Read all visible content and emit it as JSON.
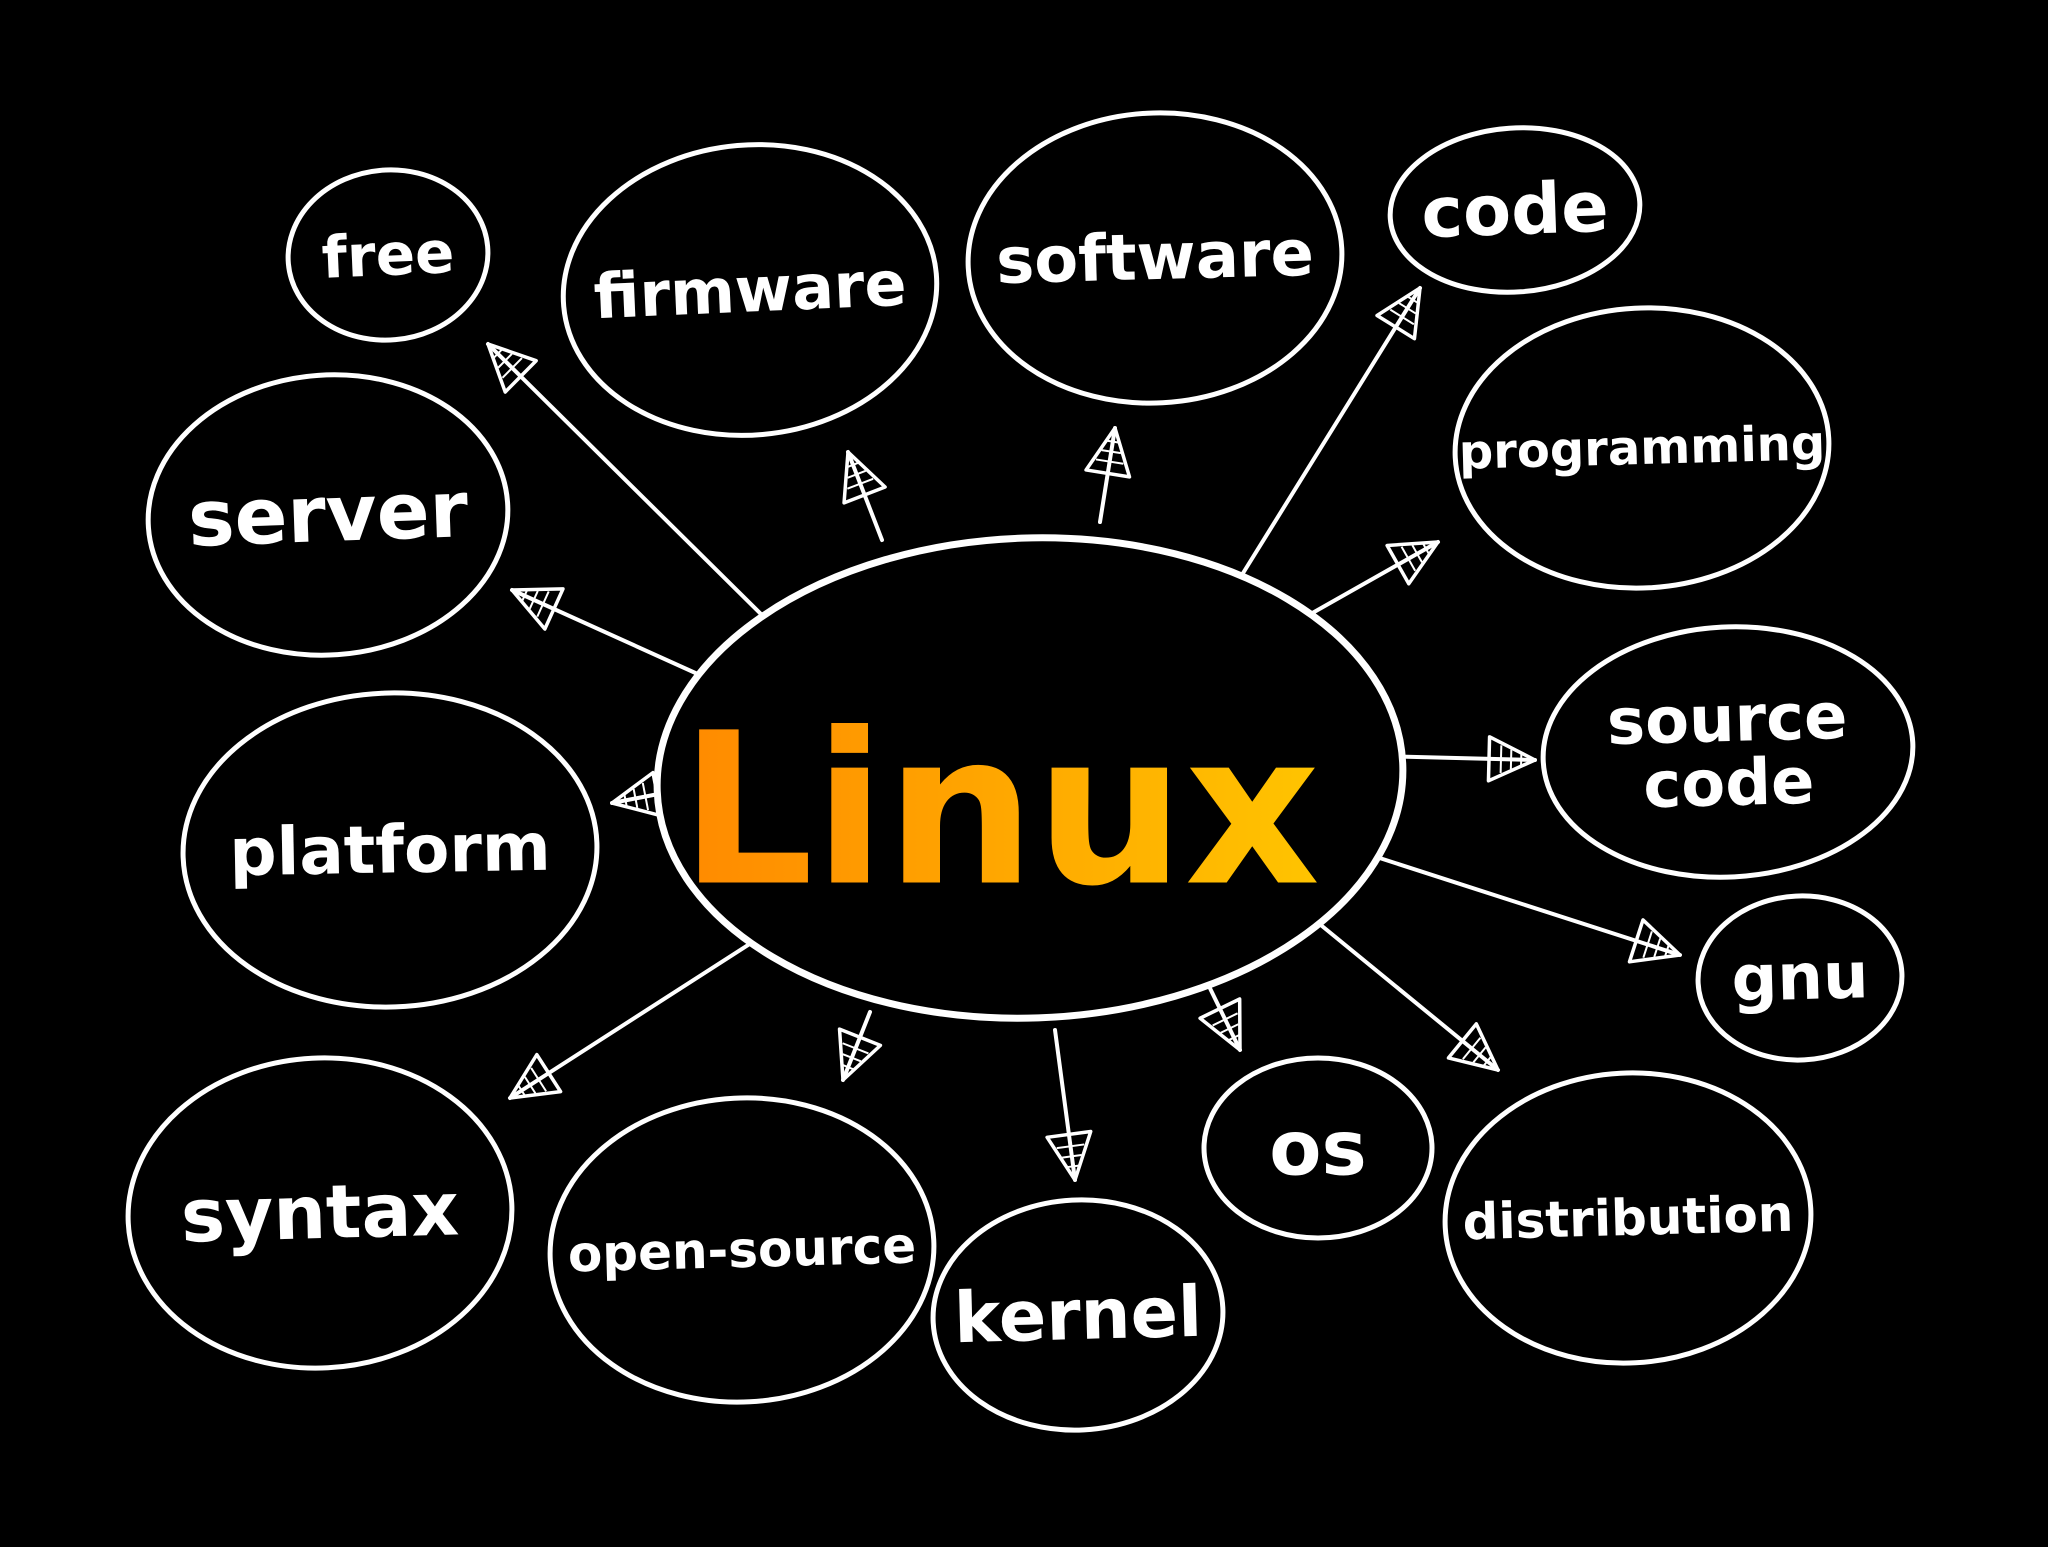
{
  "diagram": {
    "center": {
      "label": "Linux"
    },
    "nodes": [
      {
        "id": "free",
        "label": "free"
      },
      {
        "id": "firmware",
        "label": "firmware"
      },
      {
        "id": "software",
        "label": "software"
      },
      {
        "id": "code",
        "label": "code"
      },
      {
        "id": "programming",
        "label": "programming"
      },
      {
        "id": "source-code",
        "label": "source code"
      },
      {
        "id": "gnu",
        "label": "gnu"
      },
      {
        "id": "distribution",
        "label": "distribution"
      },
      {
        "id": "os",
        "label": "os"
      },
      {
        "id": "kernel",
        "label": "kernel"
      },
      {
        "id": "open-source",
        "label": "open-source"
      },
      {
        "id": "syntax",
        "label": "syntax"
      },
      {
        "id": "platform",
        "label": "platform"
      },
      {
        "id": "server",
        "label": "server"
      }
    ]
  },
  "colors": {
    "background": "#000000",
    "outline": "#ffffff",
    "center_gradient_start": "#ff8a00",
    "center_gradient_end": "#ffc400"
  }
}
